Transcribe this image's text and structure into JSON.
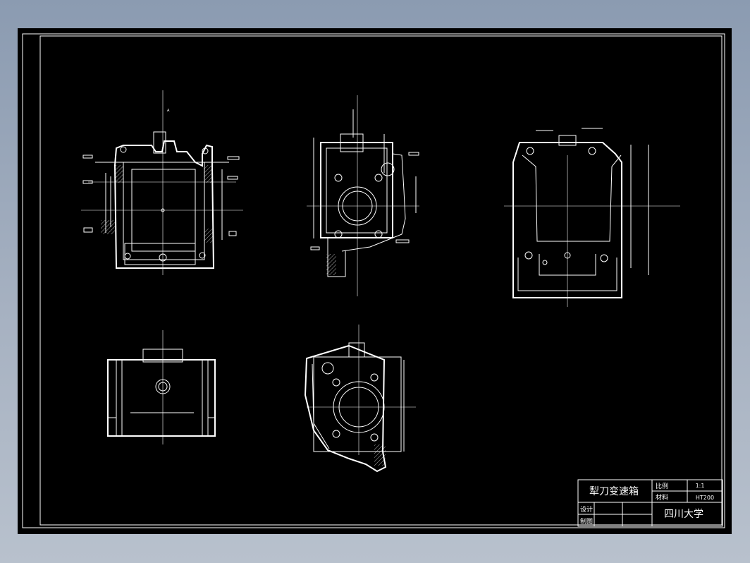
{
  "title_block": {
    "part_name": "犁刀变速箱",
    "scale_label": "比例",
    "scale_value": "1:1",
    "material_label": "材料",
    "material_value": "HT200",
    "designer_label": "设计",
    "drafter_label": "制图",
    "institution": "四川大学"
  },
  "colors": {
    "background": "#000000",
    "lines": "#ffffff",
    "window_backdrop": "#9aa8ba"
  }
}
